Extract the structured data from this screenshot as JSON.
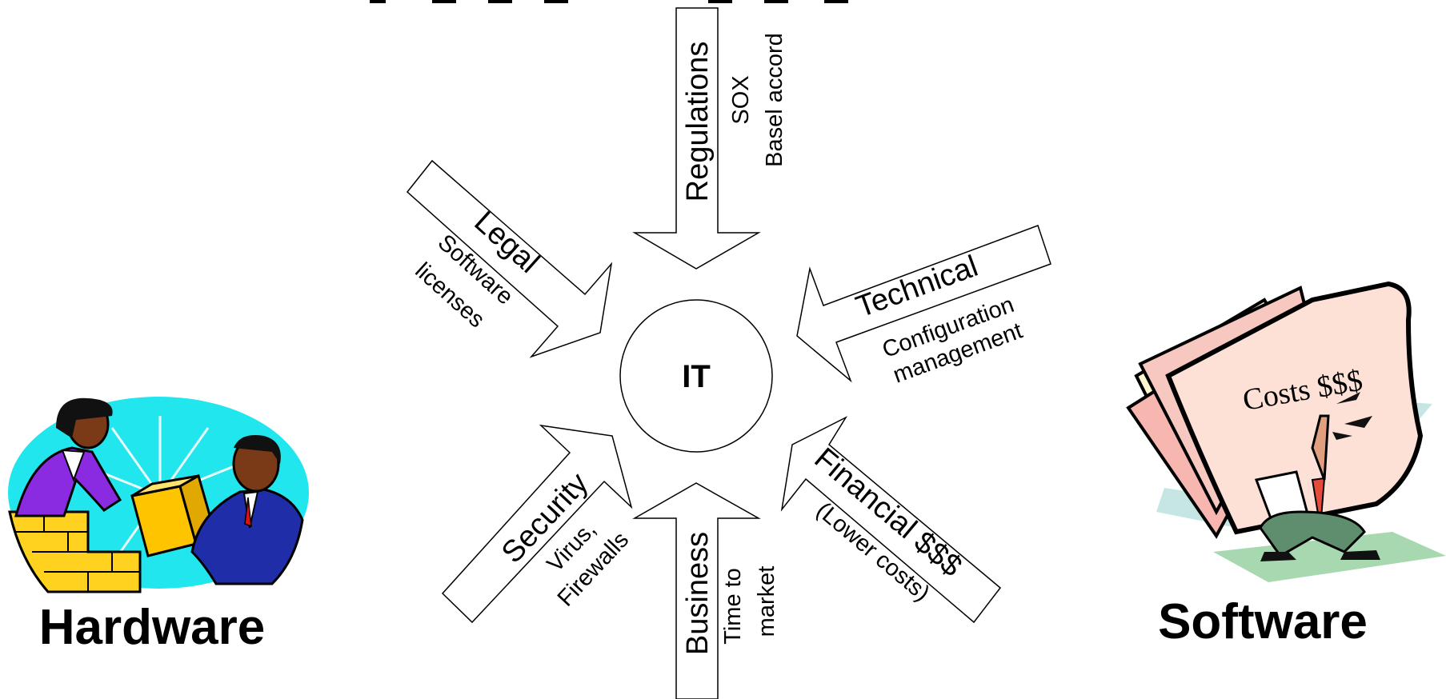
{
  "center": {
    "label": "IT"
  },
  "arrows": [
    {
      "id": "regulations",
      "title": "Regulations",
      "lines": [
        "SOX",
        "Basel accord"
      ]
    },
    {
      "id": "legal",
      "title": "Legal",
      "lines": [
        "Software",
        "licenses"
      ]
    },
    {
      "id": "technical",
      "title": "Technical",
      "lines": [
        "Configuration",
        "management"
      ]
    },
    {
      "id": "security",
      "title": "Security",
      "lines": [
        "Virus,",
        "Firewalls"
      ]
    },
    {
      "id": "business",
      "title": "Business",
      "lines": [
        "Time to",
        "market"
      ]
    },
    {
      "id": "financial",
      "title": "Financial $$$",
      "lines": [
        "(Lower costs)"
      ]
    }
  ],
  "hardware": {
    "caption": "Hardware"
  },
  "software": {
    "caption": "Software",
    "folder_text": "Costs $$$"
  },
  "colors": {
    "cyan": "#22e6ee",
    "purple": "#8a2be2",
    "gold": "#ffd21f",
    "navy": "#1f2ea8",
    "folder_pink": "#fde0d6",
    "folder_salmon": "#f7b6b0",
    "green_shadow": "#a8d8b0"
  }
}
